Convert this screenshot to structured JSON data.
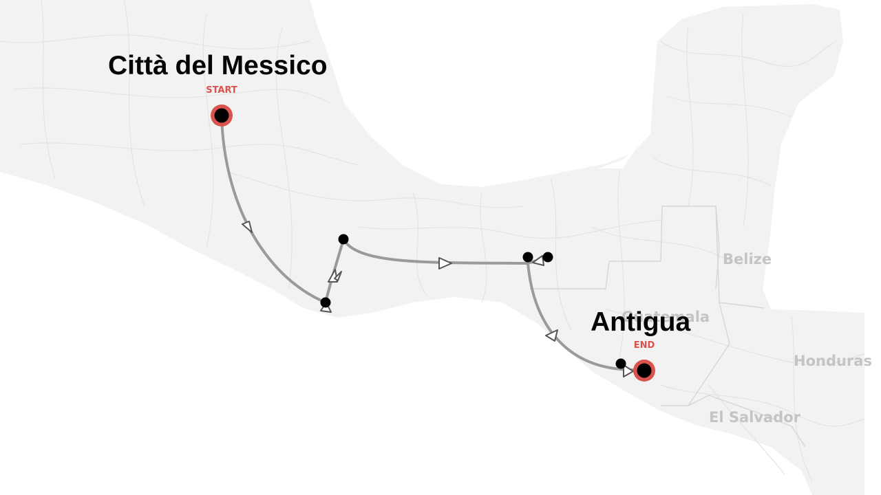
{
  "map": {
    "colors": {
      "land": "#f2f2f2",
      "sea": "#ffffff",
      "route": "#9a9a9a",
      "stop": "#000000",
      "endpoint_ring": "#d9534f",
      "tag_text": "#d9534f",
      "country_label": "#c4c4c4"
    },
    "start": {
      "name": "Città del Messico",
      "tag": "START"
    },
    "end": {
      "name": "Antigua",
      "tag": "END"
    },
    "country_labels": {
      "belize": "Belize",
      "guatemala": "Guatemala",
      "honduras": "Honduras",
      "el_salvador": "El Salvador"
    }
  }
}
